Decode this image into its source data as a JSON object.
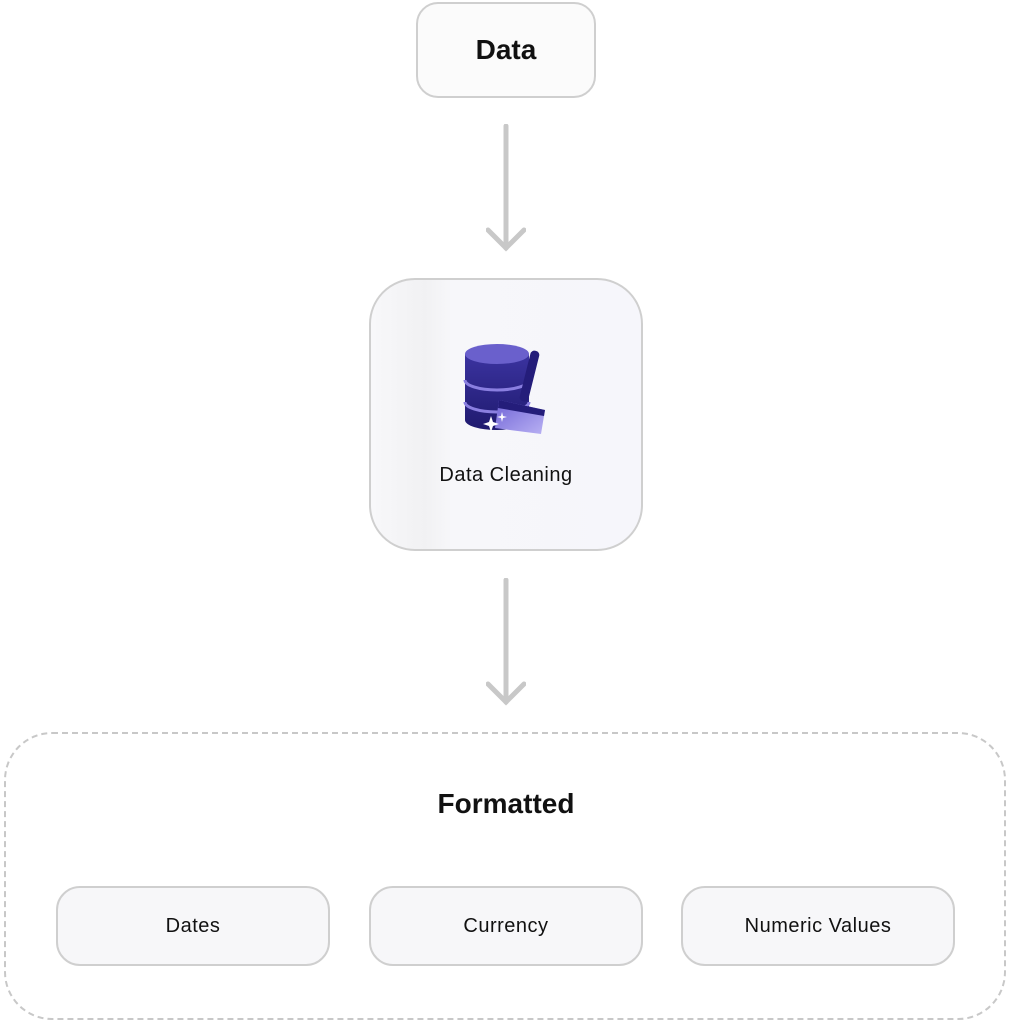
{
  "nodes": {
    "data": {
      "label": "Data"
    },
    "cleaning": {
      "label": "Data Cleaning",
      "icon": "database-broom-icon"
    },
    "formatted": {
      "title": "Formatted",
      "items": [
        {
          "label": "Dates"
        },
        {
          "label": "Currency"
        },
        {
          "label": "Numeric Values"
        }
      ]
    }
  },
  "colors": {
    "icon_dark": "#2a2280",
    "icon_light": "#8a7fe0",
    "border": "#cfcfcf",
    "arrow": "#c8c8c8"
  }
}
